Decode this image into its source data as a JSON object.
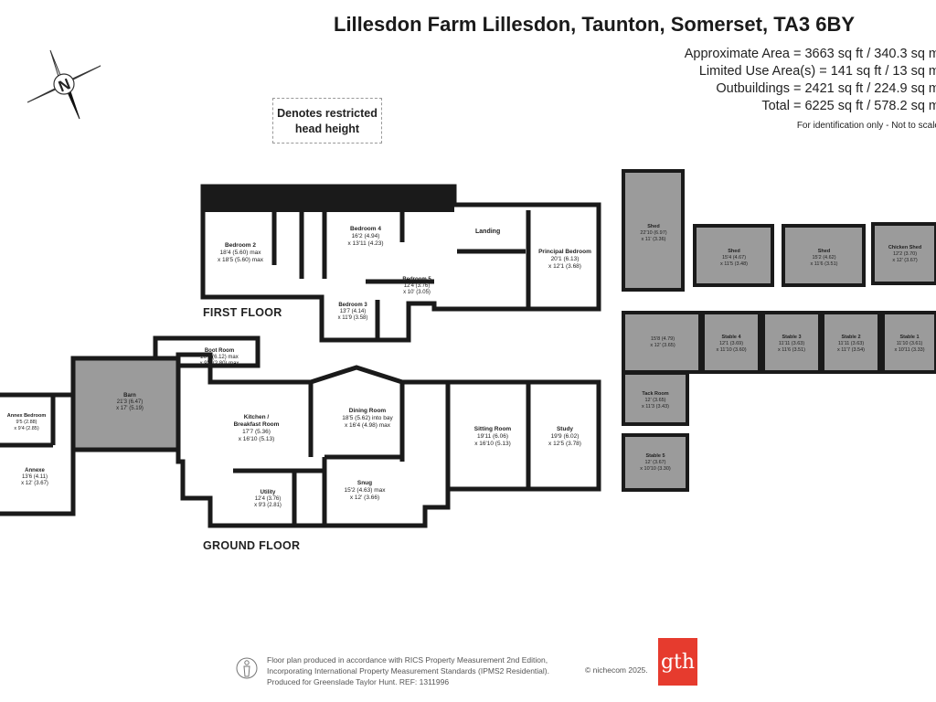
{
  "title": "Lillesdon Farm Lillesdon, Taunton, Somerset, TA3 6BY",
  "areas": {
    "approx": "Approximate Area = 3663 sq ft / 340.3 sq m",
    "limited": "Limited Use Area(s) = 141 sq ft / 13 sq m",
    "outbuildings": "Outbuildings = 2421 sq ft / 224.9 sq m",
    "total": "Total = 6225 sq ft / 578.2 sq m",
    "note": "For identification only - Not to scale"
  },
  "restricted_note": [
    "Denotes restricted",
    "head height"
  ],
  "compass_letter": "N",
  "floors": {
    "first": "FIRST FLOOR",
    "ground": "GROUND FLOOR"
  },
  "rooms": {
    "bedroom2": [
      "Bedroom 2",
      "18'4 (5.60) max",
      "x 18'5 (5.60) max"
    ],
    "bedroom4": [
      "Bedroom 4",
      "16'2 (4.94)",
      "x 13'11 (4.23)"
    ],
    "landing": [
      "Landing"
    ],
    "principal": [
      "Principal Bedroom",
      "20'1 (6.13)",
      "x 12'1 (3.68)"
    ],
    "bedroom5": [
      "Bedroom 5",
      "12'4 (3.76)",
      "x 10' (3.05)"
    ],
    "bedroom3": [
      "Bedroom 3",
      "13'7 (4.14)",
      "x 11'9 (3.58)"
    ],
    "bootroom": [
      "Boot Room",
      "20'1 (6.12) max",
      "x 9'2 (2.80) max"
    ],
    "barn": [
      "Barn",
      "21'3 (6.47)",
      "x 17' (5.19)"
    ],
    "annexbed": [
      "Annex Bedroom",
      "9'5 (2.88)",
      "x 9'4 (2.85)"
    ],
    "annexe": [
      "Annexe",
      "13'6 (4.11)",
      "x 12' (3.67)"
    ],
    "kitchen": [
      "Kitchen /",
      "Breakfast Room",
      "17'7 (5.36)",
      "x 16'10 (5.13)"
    ],
    "dining": [
      "Dining Room",
      "18'5 (5.62) into bay",
      "x 16'4 (4.98) max"
    ],
    "utility": [
      "Utility",
      "12'4 (3.76)",
      "x 9'3 (2.81)"
    ],
    "snug": [
      "Snug",
      "15'2 (4.63) max",
      "x 12' (3.66)"
    ],
    "sitting": [
      "Sitting Room",
      "19'11 (6.06)",
      "x 16'10 (5.13)"
    ],
    "study": [
      "Study",
      "19'9 (6.02)",
      "x 12'5 (3.78)"
    ],
    "shed_large": [
      "Shed",
      "22'10 (6.97)",
      "x 11' (3.36)"
    ],
    "shed2": [
      "Shed",
      "15'4 (4.67)",
      "x 11'5 (3.48)"
    ],
    "shed3": [
      "Shed",
      "15'2 (4.62)",
      "x 11'6 (3.51)"
    ],
    "chicken": [
      "Chicken Shed",
      "12'2 (3.70)",
      "x 12' (3.67)"
    ],
    "stable_open": [
      "15'8 (4.79)",
      "x 12' (3.65)"
    ],
    "stable4": [
      "Stable 4",
      "12'1 (3.69)",
      "x 11'10 (3.60)"
    ],
    "stable3": [
      "Stable 3",
      "11'11 (3.63)",
      "x 11'6 (3.51)"
    ],
    "stable2": [
      "Stable 2",
      "11'11 (3.63)",
      "x 11'7 (3.54)"
    ],
    "stable1": [
      "Stable 1",
      "11'10 (3.61)",
      "x 10'11 (3.33)"
    ],
    "tack": [
      "Tack Room",
      "12' (3.65)",
      "x 11'3 (3.43)"
    ],
    "stable5": [
      "Stable 5",
      "12' (3.67)",
      "x 10'10 (3.30)"
    ]
  },
  "footer": {
    "line1": "Floor plan produced in accordance with RICS Property Measurement 2nd Edition,",
    "line2": "Incorporating International Property Measurement Standards (IPMS2 Residential).",
    "line3": "Produced for Greenslade Taylor Hunt.   REF:  1311996",
    "copyright": "© nichecom 2025."
  },
  "logo_text": "gth",
  "colors": {
    "wall": "#1a1a1a",
    "outbuilding_fill": "#9b9b9b",
    "barn_fill": "#9b9b9b",
    "logo": "#e63b2e"
  }
}
